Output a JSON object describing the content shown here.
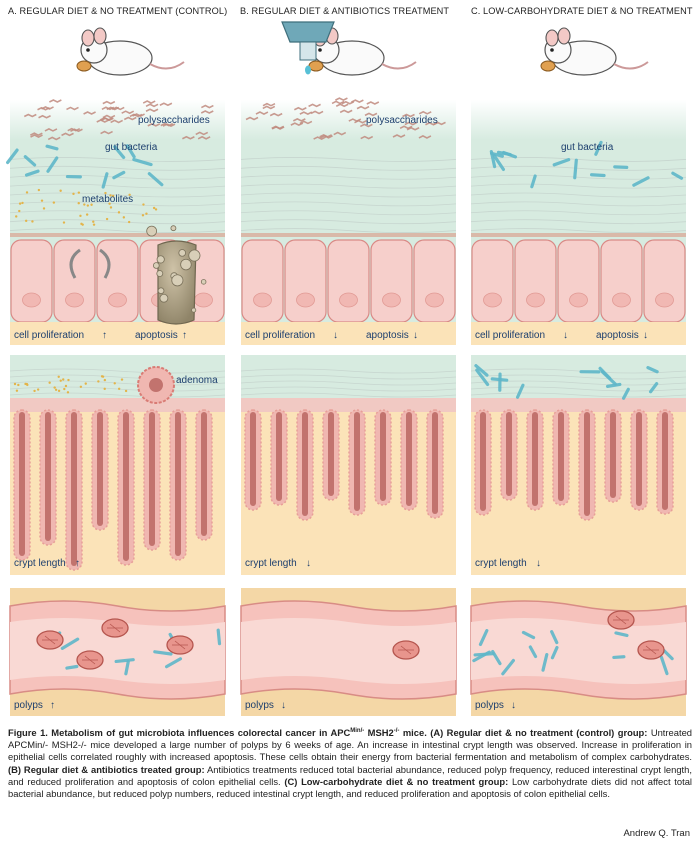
{
  "columns": [
    {
      "title": "A. REGULAR DIET & NO TREATMENT (CONTROL)",
      "labels": {
        "polysaccharides": "polysaccharides",
        "gut_bacteria": "gut bacteria",
        "metabolites": "metabolites",
        "prolif": "cell proliferation",
        "apoptosis": "apoptosis",
        "adenoma": "adenoma",
        "crypt": "crypt length",
        "polyps": "polyps"
      },
      "arrows": {
        "prolif": "↑",
        "apoptosis": "↑",
        "crypt": "↑",
        "polyps": "↑"
      }
    },
    {
      "title": "B. REGULAR DIET & ANTIBIOTICS TREATMENT",
      "labels": {
        "polysaccharides": "polysaccharides",
        "prolif": "cell proliferation",
        "apoptosis": "apoptosis",
        "crypt": "crypt length",
        "polyps": "polyps"
      },
      "arrows": {
        "prolif": "↓",
        "apoptosis": "↓",
        "crypt": "↓",
        "polyps": "↓"
      }
    },
    {
      "title": "C. LOW-CARBOHYDRATE DIET & NO TREATMENT",
      "labels": {
        "gut_bacteria": "gut bacteria",
        "prolif": "cell proliferation",
        "apoptosis": "apoptosis",
        "crypt": "crypt length",
        "polyps": "polyps"
      },
      "arrows": {
        "prolif": "↓",
        "apoptosis": "↓",
        "crypt": "↓",
        "polyps": "↓"
      }
    }
  ],
  "caption": {
    "fig_label": "Figure 1. Metabolism of gut microbiota influences colorectal cancer in APC",
    "fig_sup1": "Min/-",
    "fig_mid": " MSH2",
    "fig_sup2": "-/-",
    "fig_end": " mice.",
    "a_head": "(A) Regular diet & no treatment (control) group:",
    "a_text": "Untreated APCMin/- MSH2-/- mice developed a large number of polyps by 6 weeks of age. An increase in intestinal crypt length was observed. Increase in proliferation in epithelial cells correlated roughly with increased apoptosis. These cells obtain their energy from bacterial fermentation and metabolism of complex carbohydrates.",
    "b_head": "(B) Regular diet & antibiotics treated group:",
    "b_text": "Antibiotics treatments reduced total bacterial abundance, reduced polyp frequency, reduced interestinal crypt length, and reduced proliferation and apoptosis of colon epithelial cells.",
    "c_head": "(C) Low-carbohydrate diet & no treatment group:",
    "c_text": "Low carbohydrate diets did not affect total bacterial abundance, but reduced polyp numbers, reduced intestinal crypt length, and reduced proliferation and apoptosis of colon epithelial cells."
  },
  "credit": "Andrew Q. Tran",
  "colors": {
    "mucus": "#d7ebe0",
    "cell": "#f6cfcb",
    "cell_line": "#d98a86",
    "stroma": "#fbe3b8",
    "bacteria": "#5fb7c9",
    "poly": "#c08a7e",
    "metab": "#e3b44a",
    "crypt": "#c2736e",
    "crypt_wall": "#f0b7b1"
  }
}
